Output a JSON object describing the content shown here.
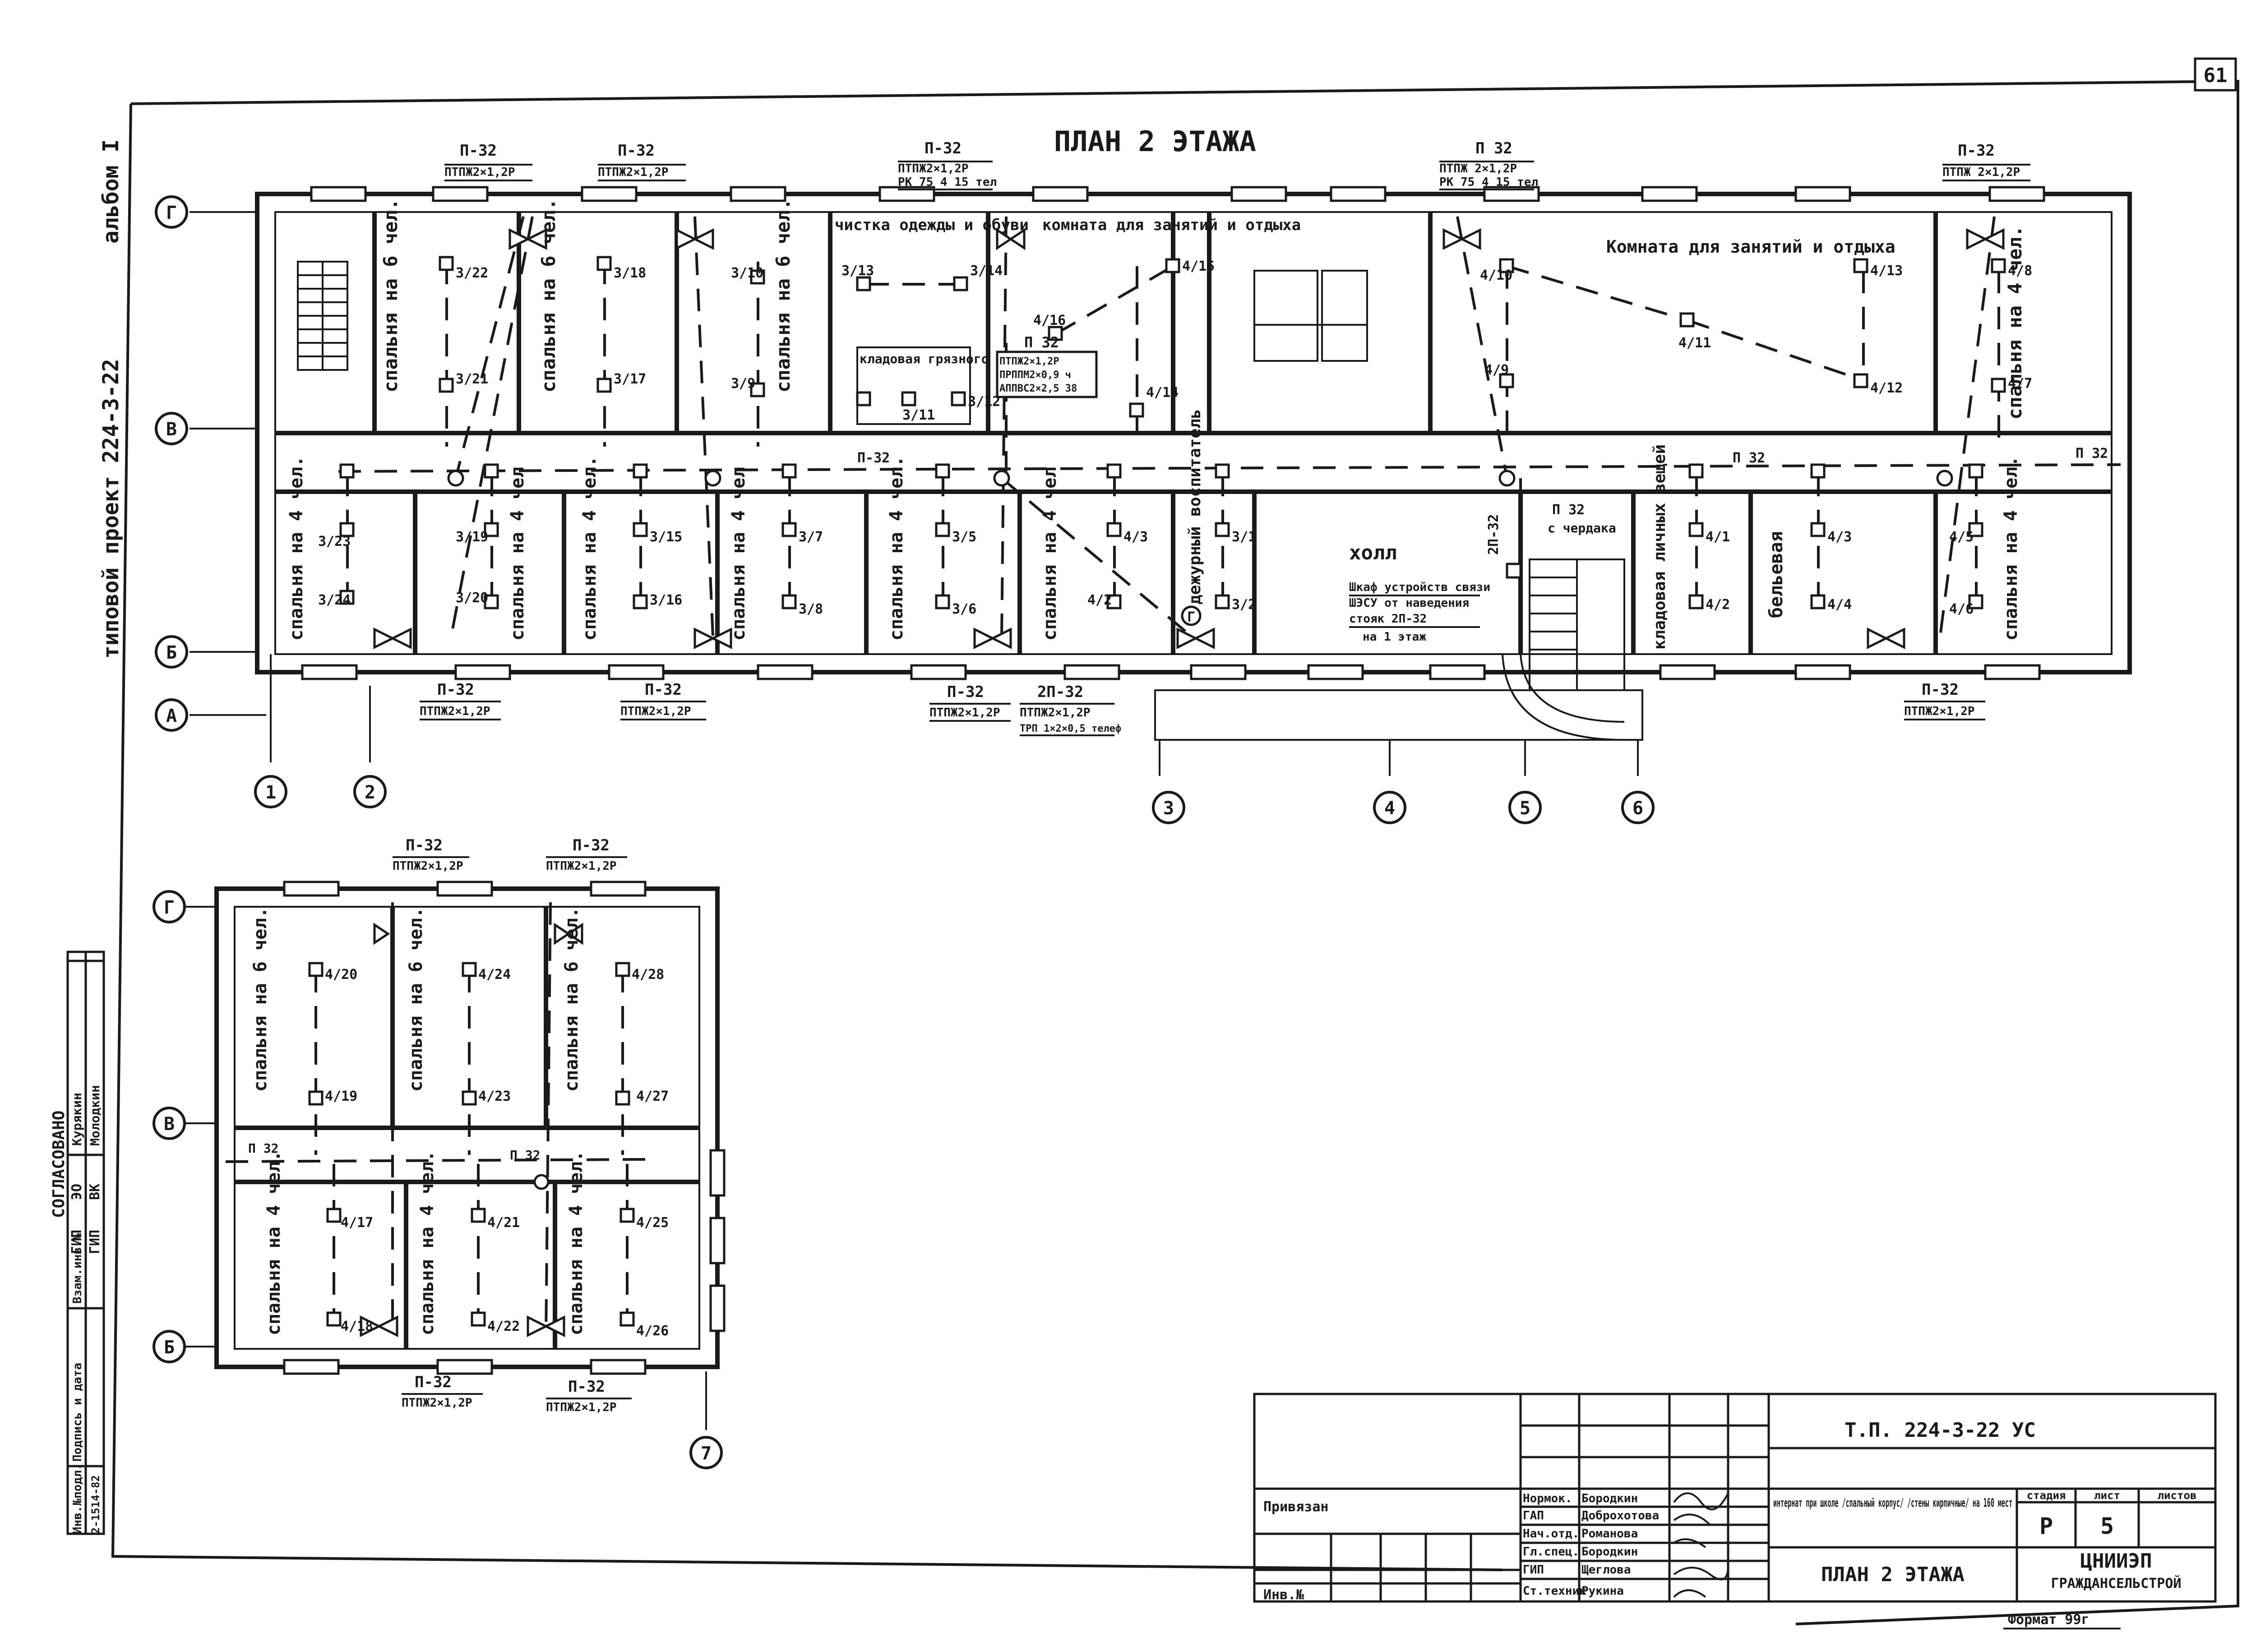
{
  "sheet": {
    "page_number": "61",
    "album": "альбом I",
    "project_label": "типовой проект 224-3-22",
    "main_title": "ПЛАН 2 ЭТАЖА"
  },
  "axes": {
    "rows": [
      "Г",
      "В",
      "Б",
      "А"
    ],
    "cols": [
      "1",
      "2",
      "3",
      "4",
      "5",
      "6"
    ],
    "inset_rows": [
      "Г",
      "В",
      "Б"
    ],
    "inset_col": "7"
  },
  "rooms_top": [
    "спальня на 6 чел.",
    "спальня на 6 чел.",
    "спальня на 6 чел.",
    "чистка одежды и обуви",
    "кладовая грязного белья",
    "комната для занятий и отдыха",
    "Комната для занятий и отдыха",
    "спальня на 4 чел."
  ],
  "rooms_bottom": [
    "спальня на 4 чел.",
    "спальня на 4 чел",
    "спальня на 4 чел.",
    "спальня на 4 чел",
    "спальня на 4 чел.",
    "спальня на 4 чел",
    "дежурный воспитатель",
    "холл",
    "кладовая личных вещей",
    "бельевая",
    "спальня на 4 чел."
  ],
  "labels": {
    "p32": "П-32",
    "p32s": "П 32",
    "ptpzh": "ПТПЖ2×1,2Р",
    "ptpzh_top": "ПТПЖ 2×1,2Р",
    "rk": "РК 75 4 15 тел",
    "riser": "2П-32",
    "riser_cable": "ПТПЖ2×1,2Р",
    "riser_tel": "ТРП 1×2×0,5 телеф",
    "pantry_c1": "ПТПЖ2×1,2Р",
    "pantry_c2": "ПРППМ2×0,9 ч",
    "pantry_c3": "АППВС2×2,5 38",
    "attic": "с чердака",
    "note1": "Шкаф устройств связи",
    "note2": "ШЭСУ от наведения",
    "note3": "стояк 2П-32",
    "note4": "на 1 этаж",
    "g_circle": "Г"
  },
  "outlets_top": [
    "3/22",
    "3/21",
    "3/18",
    "3/17",
    "3/10",
    "3/9",
    "3/13",
    "3/14",
    "3/12",
    "3/11",
    "4/16",
    "4/15",
    "4/14",
    "4/10",
    "4/9",
    "4/11",
    "4/13",
    "4/12",
    "4/8",
    "4/7"
  ],
  "outlets_bottom": [
    "3/23",
    "3/24",
    "3/19",
    "3/20",
    "3/15",
    "3/16",
    "3/7",
    "3/8",
    "3/5",
    "3/6",
    "4/3",
    "4/2",
    "3/1",
    "3/2",
    "4/1",
    "4/2",
    "4/3",
    "4/4",
    "4/5",
    "4/6"
  ],
  "inset_rooms": [
    "спальня на 6 чел.",
    "спальня на 6 чел.",
    "спальня на 6 чел.",
    "спальня на 4 чел.",
    "спальня на 4 чел.",
    "спальня на 4 чел."
  ],
  "inset_outlets": [
    "4/20",
    "4/19",
    "4/24",
    "4/23",
    "4/28",
    "4/27",
    "4/17",
    "4/18",
    "4/21",
    "4/22",
    "4/25",
    "4/26"
  ],
  "approval": {
    "title": "СОГЛАСОВАНО",
    "rows": [
      [
        "ГИП",
        "ЭО",
        "Курякин"
      ],
      [
        "ГИП",
        "ВК",
        "Молодкин"
      ]
    ]
  },
  "side_stamp": [
    "Инв.№подл.",
    "Подпись и дата",
    "Взам.инв.№",
    "2-1514-82"
  ],
  "title_block": {
    "designation": "Т.П. 224-3-22  УС",
    "object": "интернат при школе /спальный корпус/ /стены кирпичные/ на 160 мест",
    "sheet_title": "ПЛАН 2 ЭТАЖА",
    "stage_hdr": "стадия",
    "sheet_hdr": "лист",
    "sheets_hdr": "листов",
    "stage": "Р",
    "sheet": "5",
    "org1": "ЦНИИЭП",
    "org2": "ГРАЖДАНСЕЛЬСТРОЙ",
    "format": "Формат 99г",
    "bound": "Привязан",
    "inv": "Инв.№",
    "staff": [
      [
        "Нормок.",
        "Бородкин"
      ],
      [
        "ГАП",
        "Доброхотова"
      ],
      [
        "Нач.отд.",
        "Романова"
      ],
      [
        "Гл.спец.",
        "Бородкин"
      ],
      [
        "ГИП",
        "Щеглова"
      ],
      [
        "Ст.техник",
        "Рукина"
      ]
    ]
  }
}
